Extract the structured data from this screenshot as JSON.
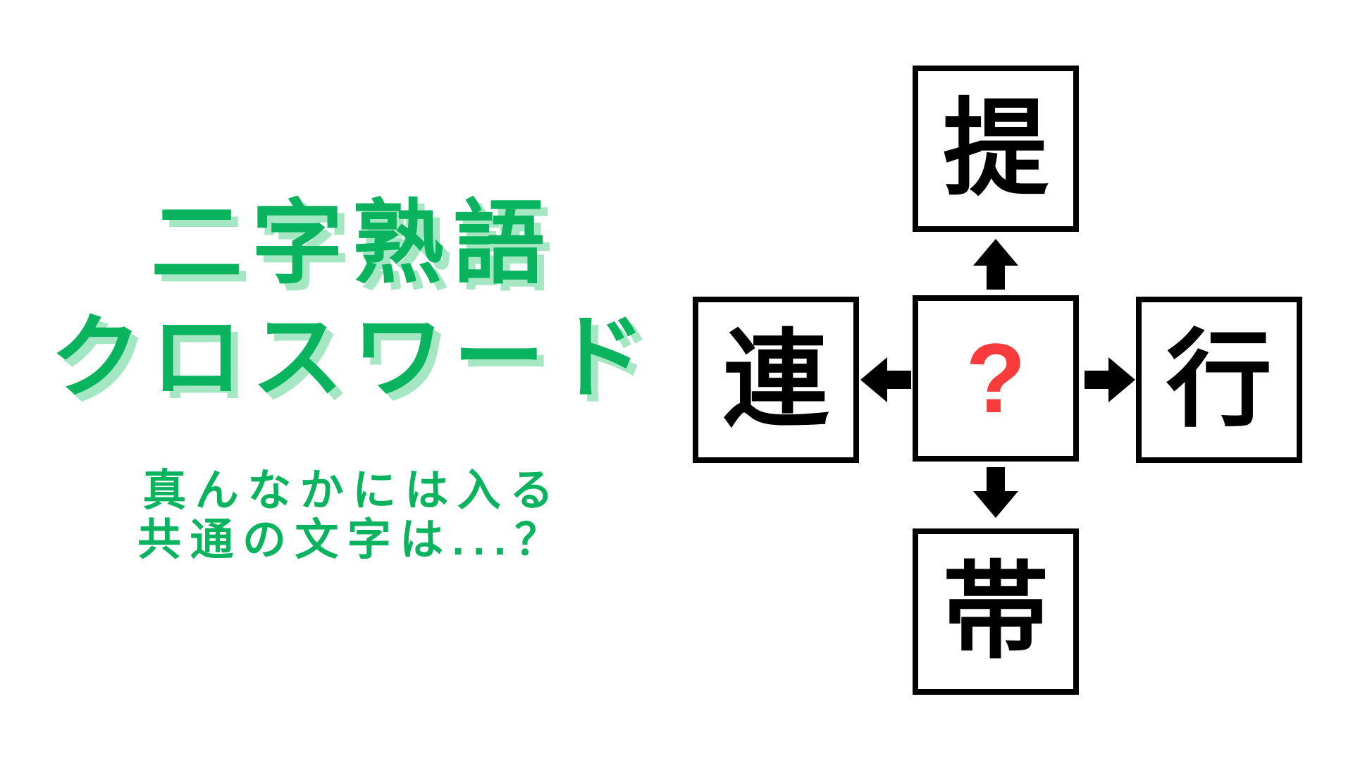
{
  "colors": {
    "green": "#0ab45f",
    "green_shadow": "#a5e6c3",
    "red": "#f93b3b",
    "ink": "#000000",
    "bg": "#ffffff"
  },
  "title": {
    "line1": "二字熟語",
    "line2": "クロスワード"
  },
  "subtitle": {
    "line1": "真んなかには入る",
    "line2": "共通の文字は...？"
  },
  "puzzle": {
    "center_char": "?",
    "top_char": "提",
    "left_char": "連",
    "right_char": "行",
    "bottom_char": "帯",
    "arrow_directions": [
      "up",
      "left",
      "right",
      "down"
    ]
  }
}
